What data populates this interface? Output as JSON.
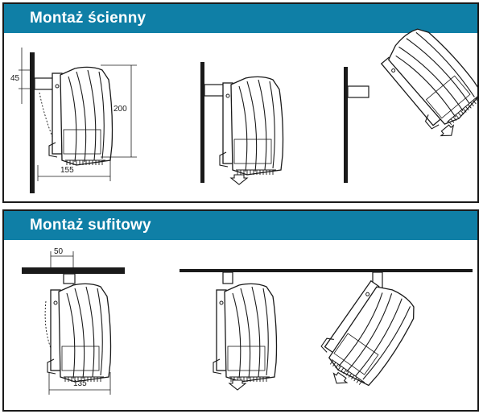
{
  "sections": {
    "wall": {
      "title": "Montaż ścienny"
    },
    "ceiling": {
      "title": "Montaż sufitowy"
    }
  },
  "dimensions": {
    "wall_top_offset": "45",
    "wall_height": "200",
    "wall_depth": "155",
    "ceiling_offset": "50",
    "ceiling_depth": "135"
  },
  "colors": {
    "header_bg": "#0f7fa6",
    "header_text": "#ffffff",
    "line": "#1a1a1a"
  },
  "icons": [
    "heater-unit-icon",
    "mounting-bracket-icon",
    "airflow-arrow-icon"
  ]
}
